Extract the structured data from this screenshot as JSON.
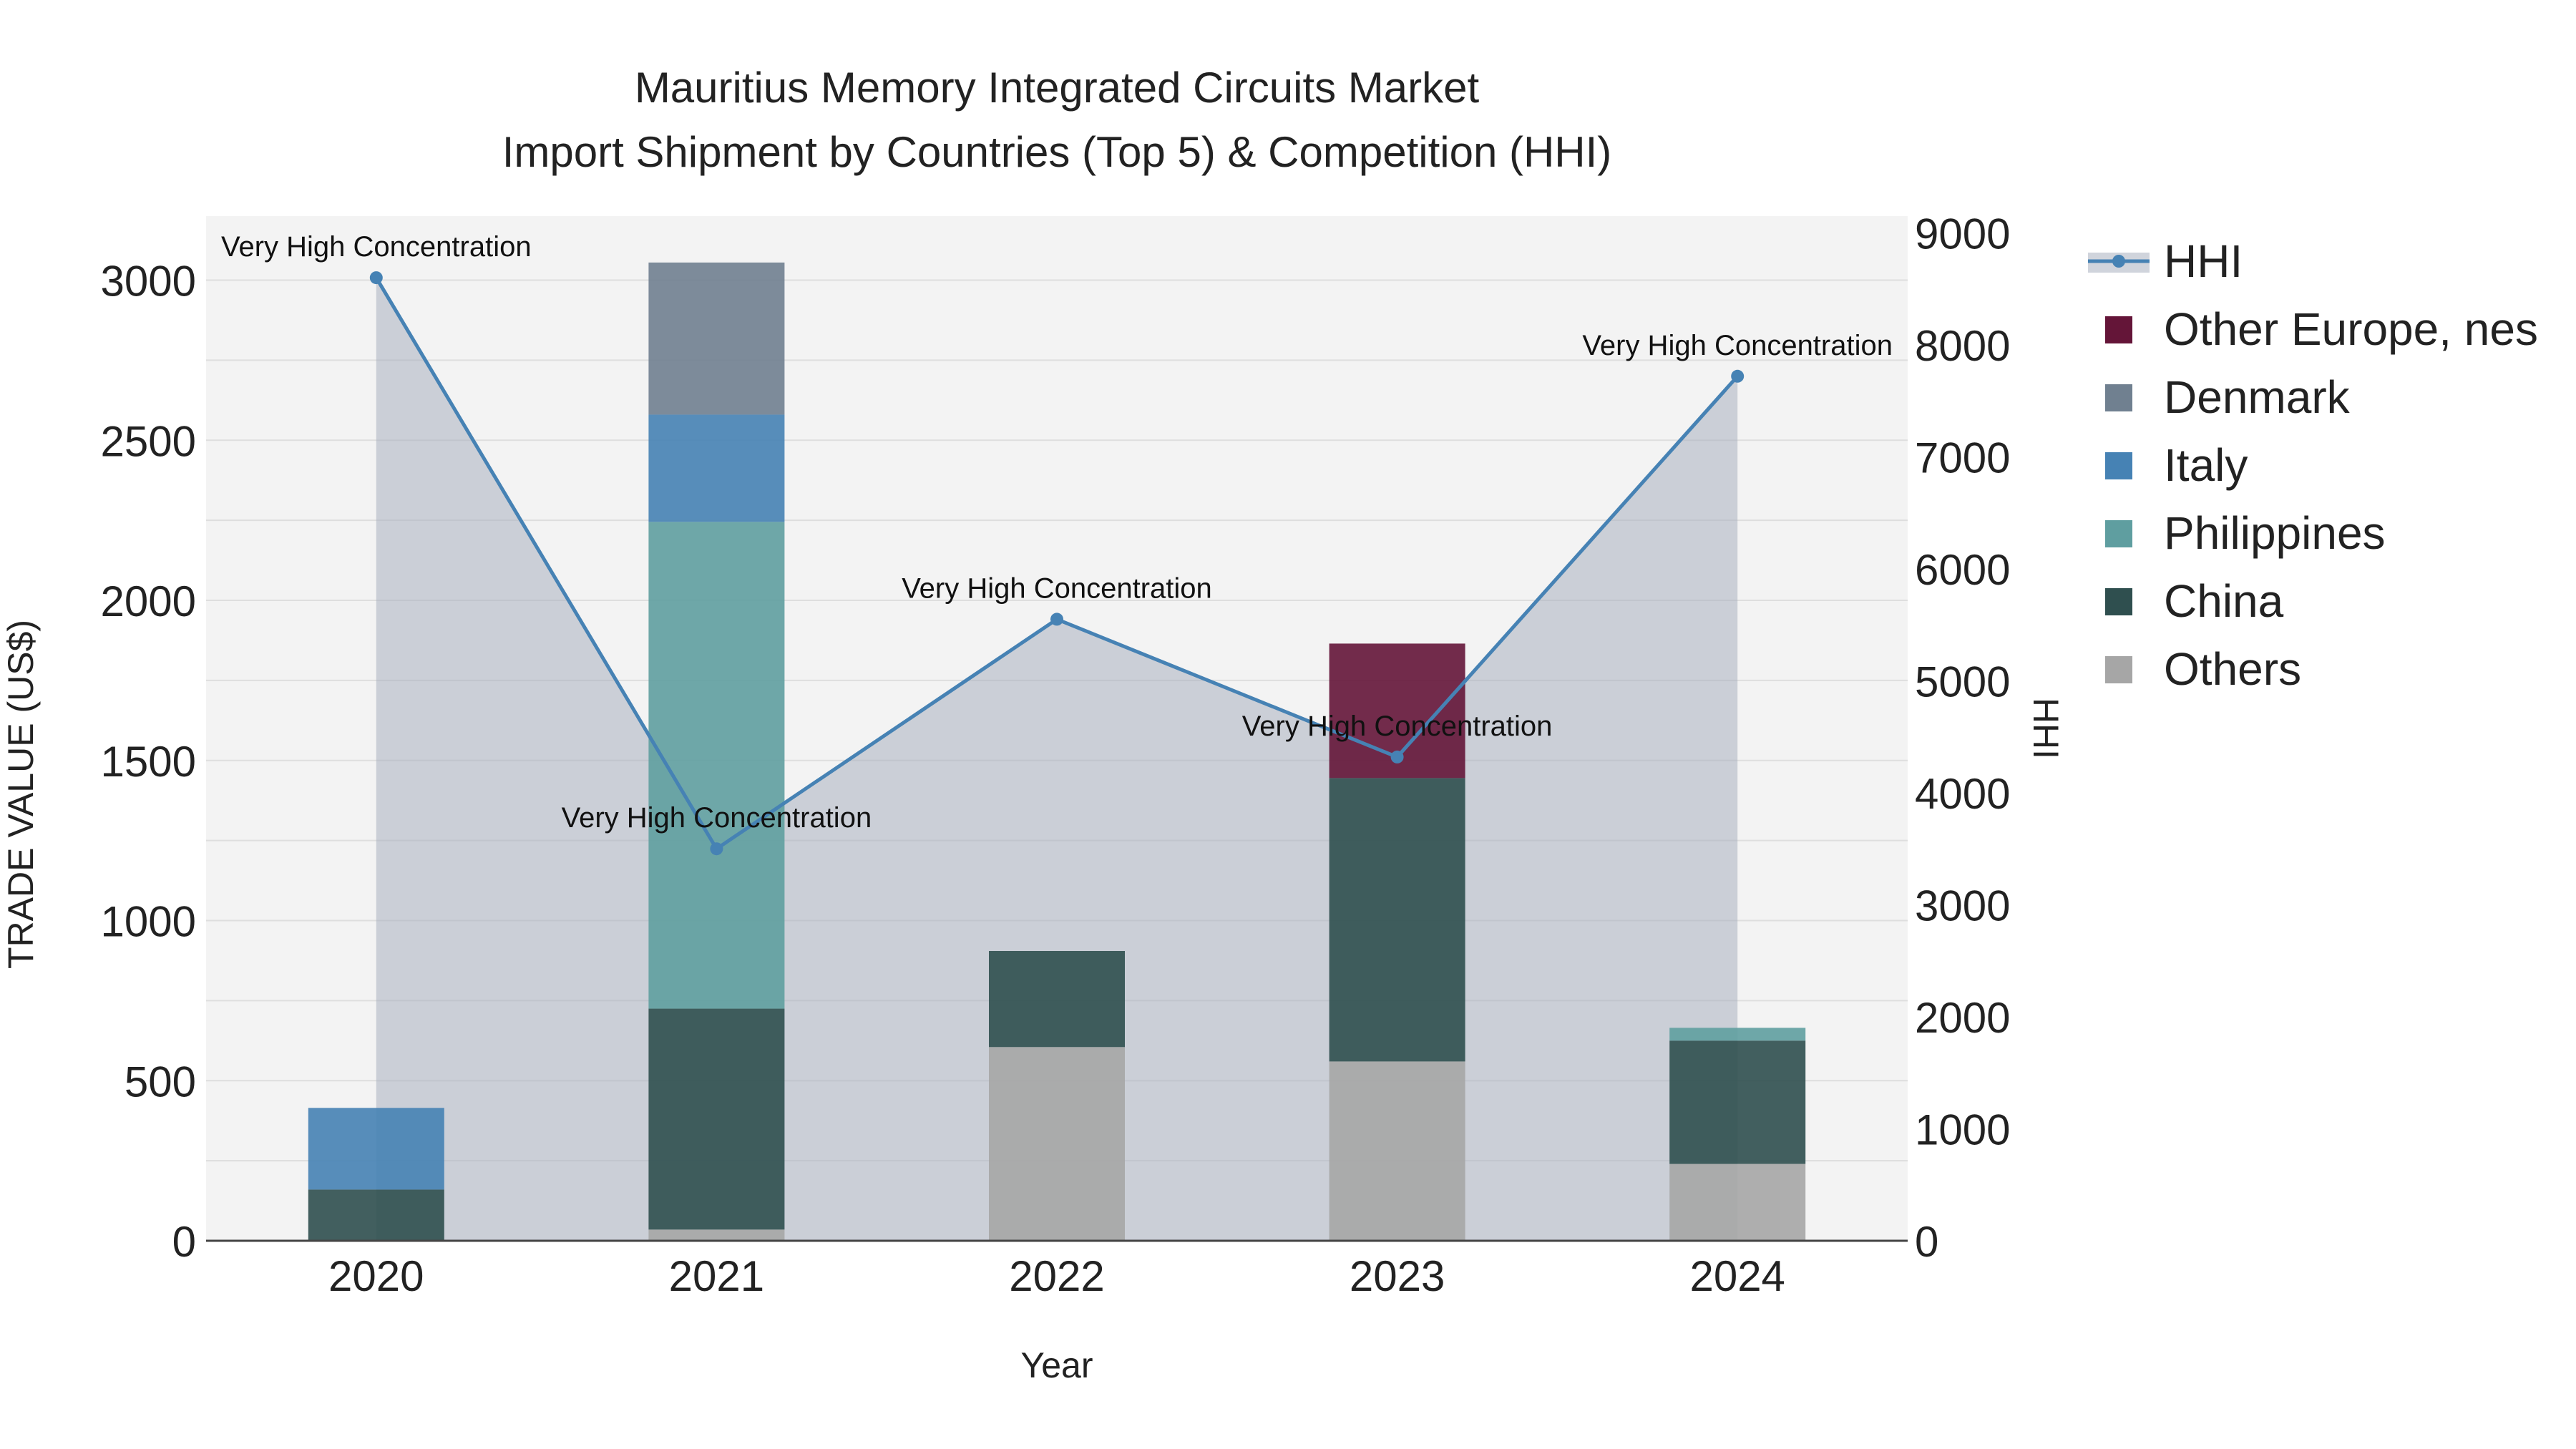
{
  "chart_data": {
    "type": "bar",
    "title_line1": "Mauritius Memory Integrated Circuits Market",
    "title_line2": "Import Shipment by Countries (Top 5) & Competition (HHI)",
    "xlabel": "Year",
    "ylabel": "TRADE VALUE (US$)",
    "y2label": "HHI",
    "categories": [
      "2020",
      "2021",
      "2022",
      "2023",
      "2024"
    ],
    "ylim": [
      0,
      3200
    ],
    "y2lim": [
      0,
      9150
    ],
    "y_ticks": [
      "0",
      "500",
      "1000",
      "1500",
      "2000",
      "2500",
      "3000"
    ],
    "y2_ticks": [
      "0",
      "1000",
      "2000",
      "3000",
      "4000",
      "5000",
      "6000",
      "7000",
      "8000",
      "9000"
    ],
    "legend_position": "right",
    "stack_order": [
      "Others",
      "China",
      "Philippines",
      "Italy",
      "Denmark",
      "Other Europe, nes"
    ],
    "series": [
      {
        "name": "Others",
        "color": "#a6a6a6",
        "values": [
          0,
          35,
          605,
          560,
          240
        ]
      },
      {
        "name": "China",
        "color": "#2f4f4f",
        "values": [
          160,
          690,
          300,
          885,
          385
        ]
      },
      {
        "name": "Philippines",
        "color": "#5f9ea0",
        "values": [
          0,
          1520,
          0,
          0,
          40
        ]
      },
      {
        "name": "Italy",
        "color": "#4682b4",
        "values": [
          255,
          335,
          0,
          0,
          0
        ]
      },
      {
        "name": "Denmark",
        "color": "#708090",
        "values": [
          0,
          475,
          0,
          0,
          0
        ]
      },
      {
        "name": "Other Europe, nes",
        "color": "#641538",
        "values": [
          0,
          0,
          0,
          420,
          0
        ]
      }
    ],
    "hhi": {
      "name": "HHI",
      "color": "#4682b4",
      "values": [
        8600,
        3500,
        5550,
        4320,
        7720
      ],
      "annotations": [
        "Very High Concentration",
        "Very High Concentration",
        "Very High Concentration",
        "Very High Concentration",
        "Very High Concentration"
      ]
    }
  }
}
